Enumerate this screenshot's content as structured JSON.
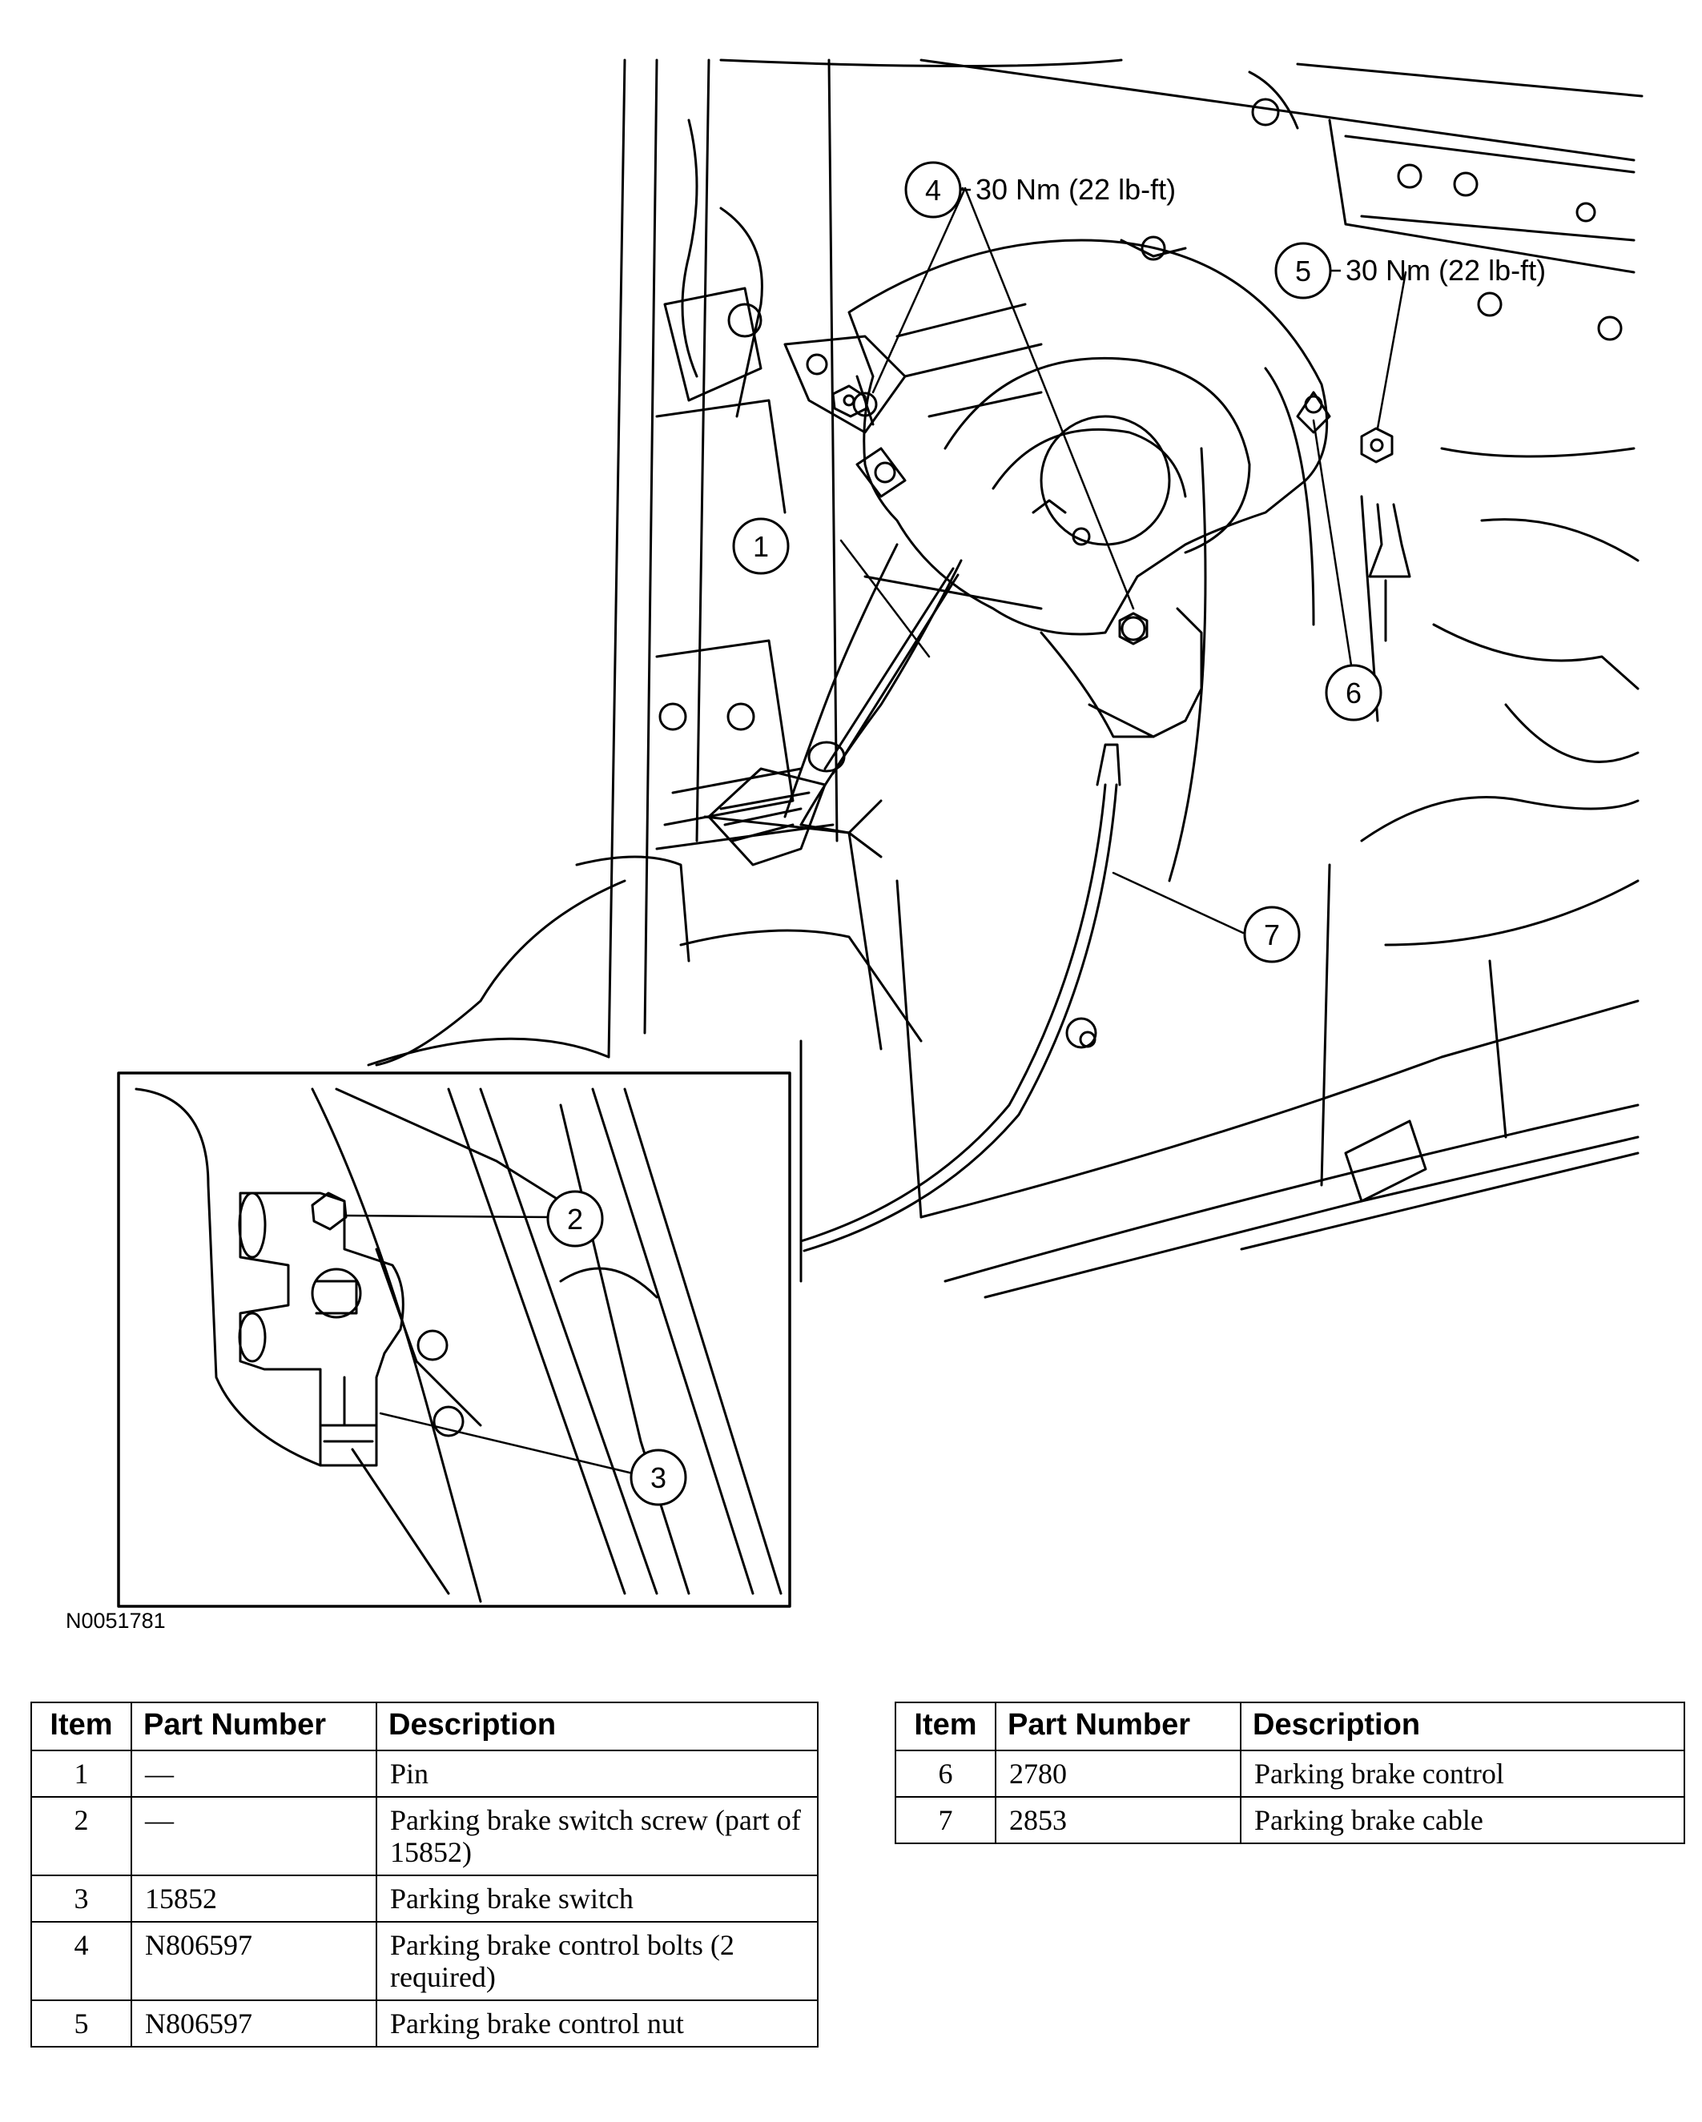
{
  "figure": {
    "id": "N0051781",
    "callouts": {
      "c1": "1",
      "c2": "2",
      "c3": "3",
      "c4": "4",
      "c5": "5",
      "c6": "6",
      "c7": "7"
    },
    "torque": {
      "t4": "30 Nm (22 lb-ft)",
      "t5": "30 Nm (22 lb-ft)"
    }
  },
  "parts_table": {
    "headers": {
      "item": "Item",
      "part_number": "Part Number",
      "description": "Description"
    },
    "rows": [
      {
        "item": "1",
        "part_number": "—",
        "description": "Pin"
      },
      {
        "item": "2",
        "part_number": "—",
        "description": "Parking brake switch screw (part of 15852)"
      },
      {
        "item": "3",
        "part_number": "15852",
        "description": "Parking brake switch"
      },
      {
        "item": "4",
        "part_number": "N806597",
        "description": "Parking brake control bolts (2 required)"
      },
      {
        "item": "5",
        "part_number": "N806597",
        "description": "Parking brake control nut"
      },
      {
        "item": "6",
        "part_number": "2780",
        "description": "Parking brake control"
      },
      {
        "item": "7",
        "part_number": "2853",
        "description": "Parking brake cable"
      }
    ]
  }
}
